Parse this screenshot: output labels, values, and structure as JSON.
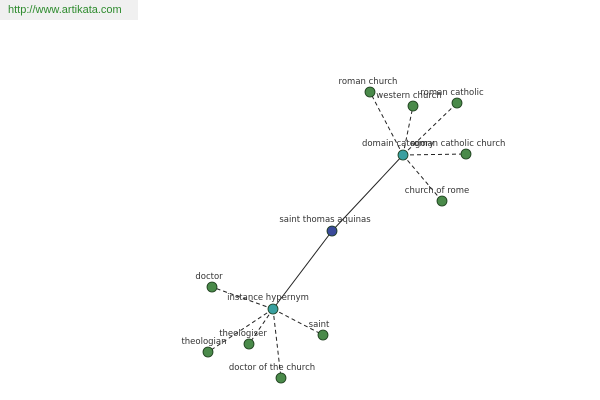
{
  "site": {
    "url": "http://www.artikata.com"
  },
  "graph": {
    "center": "saint thomas aquinas",
    "relations": [
      "domain category",
      "instance hypernym"
    ],
    "domain_category_terms": [
      "roman church",
      "western church",
      "roman catholic",
      "roman catholic church",
      "church of rome"
    ],
    "instance_hypernym_terms": [
      "doctor",
      "theologian",
      "theologiser",
      "doctor of the church",
      "saint"
    ],
    "colors": {
      "center_node": "#3a4a9a",
      "relation_node": "#3aa0a0",
      "leaf_node": "#4a8a4a",
      "link": "#2e8b2e"
    }
  }
}
